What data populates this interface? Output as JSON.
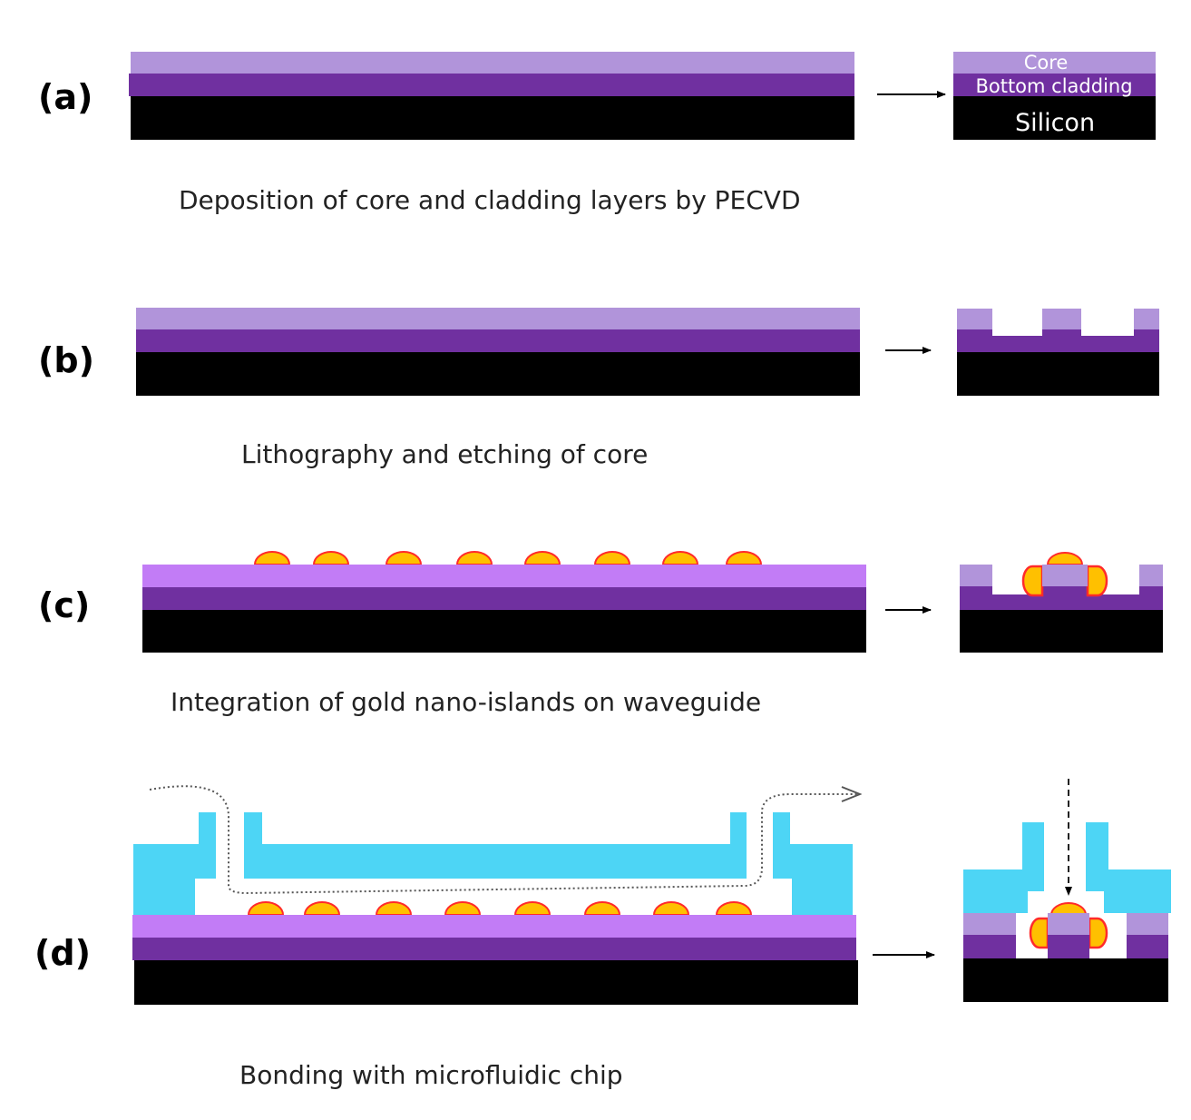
{
  "colors": {
    "silicon": "#000000",
    "bottom_cladding": "#7030a0",
    "core": "#b194da",
    "core_bright": "#c27cf6",
    "gold_fill": "#ffc000",
    "gold_stroke": "#ff2a2a",
    "microfluidic": "#4dd5f5",
    "background": "#ffffff"
  },
  "steps": [
    {
      "label": "(a)",
      "caption": "Deposition of core and cladding layers by PECVD"
    },
    {
      "label": "(b)",
      "caption": "Lithography and etching of core"
    },
    {
      "label": "(c)",
      "caption": "Integration of gold nano-islands on waveguide"
    },
    {
      "label": "(d)",
      "caption": "Bonding with microfluidic chip"
    }
  ],
  "layer_labels": {
    "core": "Core",
    "bottom_cladding": "Bottom cladding",
    "silicon": "Silicon"
  }
}
